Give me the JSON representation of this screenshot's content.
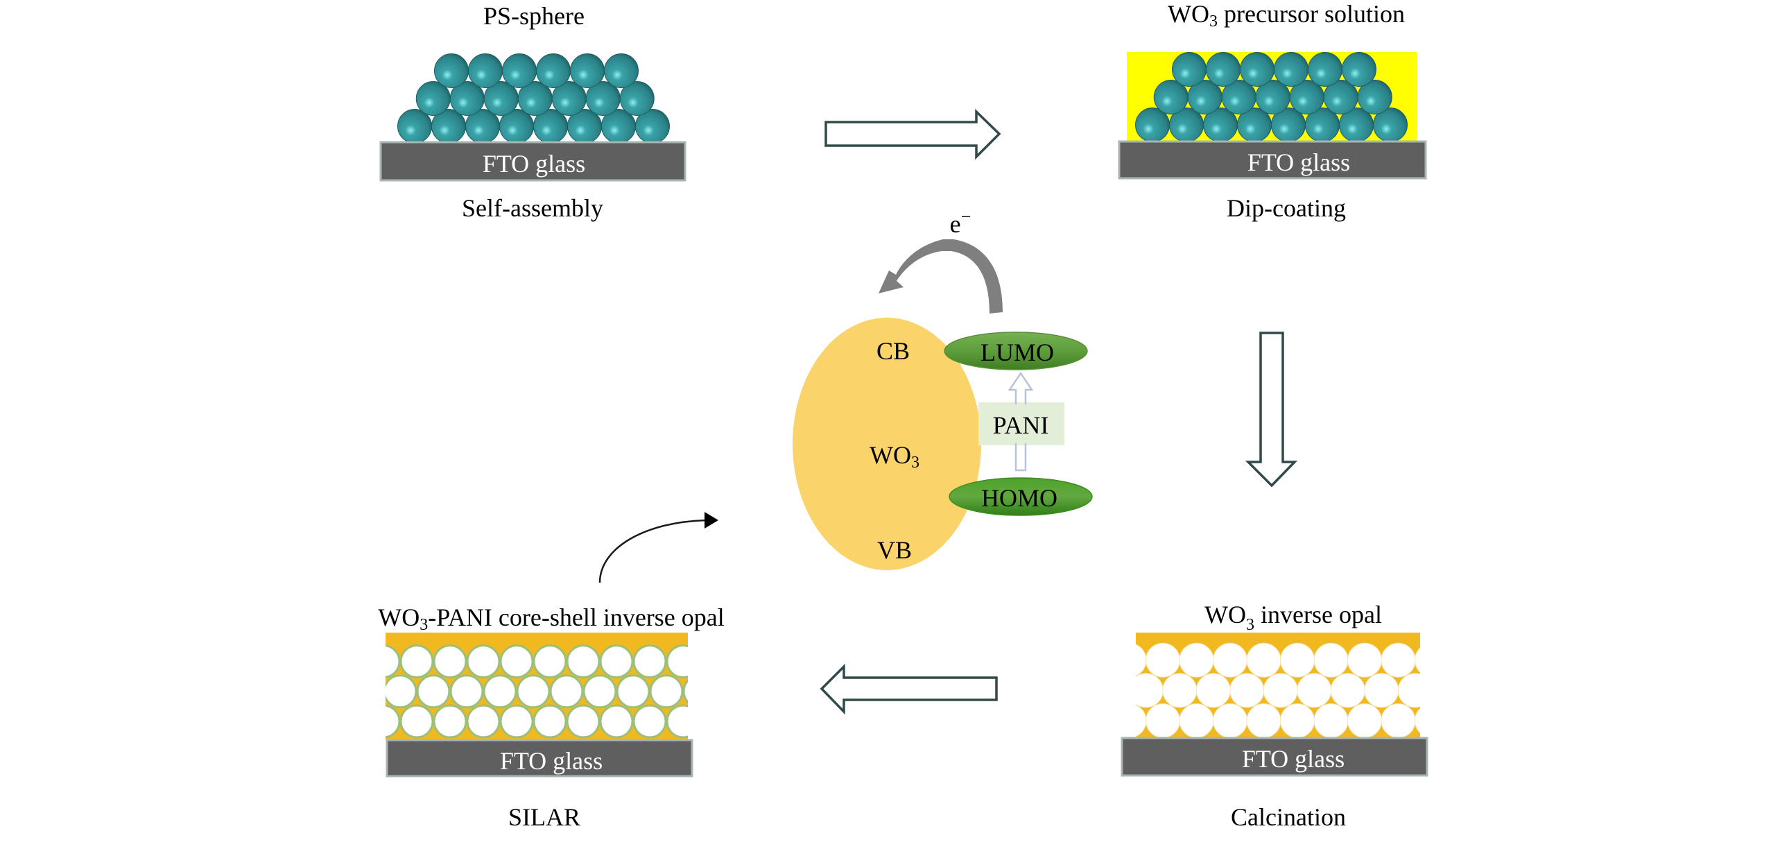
{
  "figure": {
    "steps": [
      {
        "id": "self-assembly",
        "title": "PS-sphere",
        "substrate_label": "FTO glass",
        "process_label": "Self-assembly",
        "layer": "PS spheres"
      },
      {
        "id": "dip-coating",
        "title_main": "WO",
        "title_sub": "3",
        "title_rest": " precursor solution",
        "substrate_label": "FTO glass",
        "process_label": "Dip-coating",
        "layer": "PS spheres in WO3 precursor"
      },
      {
        "id": "calcination",
        "title_main": "WO",
        "title_sub": "3",
        "title_rest": " inverse opal",
        "substrate_label": "FTO glass",
        "process_label": "Calcination",
        "layer": "WO3 inverse opal"
      },
      {
        "id": "silar",
        "title_main": "WO",
        "title_sub": "3",
        "title_rest": "-PANI core-shell inverse opal",
        "substrate_label": "FTO glass",
        "process_label": "SILAR",
        "layer": "WO3-PANI core-shell inverse opal"
      }
    ],
    "flow_arrows": [
      "self-assembly → dip-coating",
      "dip-coating → calcination",
      "calcination → silar",
      "silar → band-diagram"
    ],
    "band_diagram": {
      "semiconductor_main": "WO",
      "semiconductor_sub": "3",
      "cb_label": "CB",
      "vb_label": "VB",
      "lumo_label": "LUMO",
      "homo_label": "HOMO",
      "polymer_label": "PANI",
      "electron_label": "e",
      "electron_charge": "−"
    },
    "colors": {
      "sphere": "#2e8b8f",
      "precursor": "#ffff00",
      "substrate": "#5f5f5f",
      "wo3_fill": "#f2b81f",
      "pani_shell": "#9cbf7a",
      "band_ellipse": "#fad46a",
      "orbital_green": "#4c9a2a",
      "electron_arrow": "#7f7f7f",
      "flow_arrow": "#2f4a48"
    }
  }
}
